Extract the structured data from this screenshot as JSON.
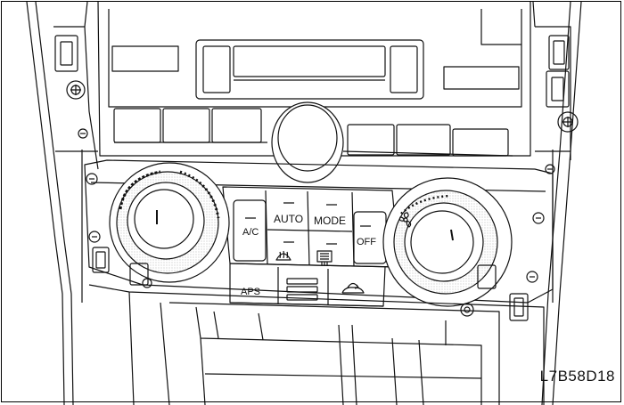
{
  "labels": {
    "ac": "A/C",
    "auto": "AUTO",
    "mode": "MODE",
    "off": "OFF",
    "aps": "APS"
  },
  "figure_code": "L7B58D18",
  "icons": {
    "rear_defrost": "rear-defrost-icon",
    "front_defrost": "front-defrost-icon",
    "recirculation": "recirculation-icon",
    "fan": "fan-icon",
    "screw": "screw-icon"
  }
}
